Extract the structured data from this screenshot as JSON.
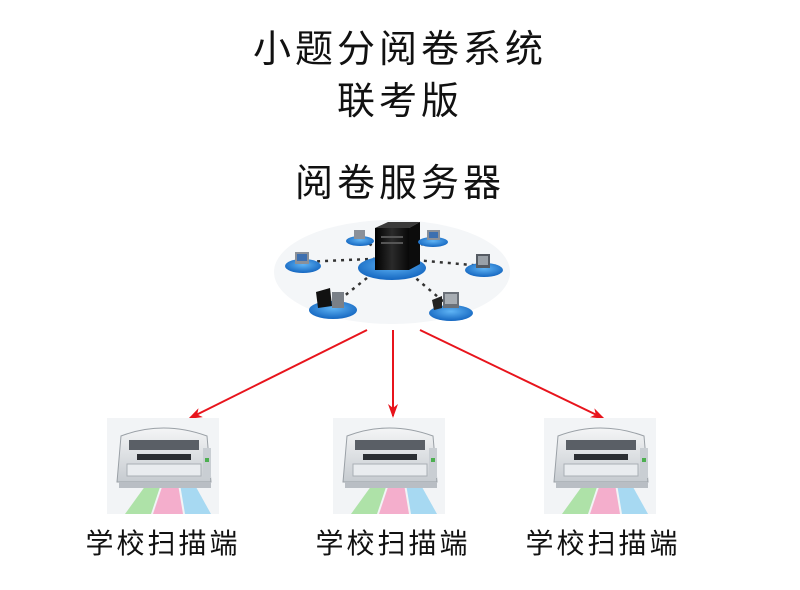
{
  "header": {
    "title_line1": "小题分阅卷系统",
    "title_line2": "联考版"
  },
  "server": {
    "label": "阅卷服务器",
    "icon": "server-network-icon"
  },
  "scanners": [
    {
      "label": "学校扫描端",
      "icon": "document-scanner-icon"
    },
    {
      "label": "学校扫描端",
      "icon": "document-scanner-icon"
    },
    {
      "label": "学校扫描端",
      "icon": "document-scanner-icon"
    }
  ],
  "colors": {
    "arrow": "#e8141c",
    "node_disc": "#1d7fd6",
    "server_body": "#151515",
    "scanner_body": "#dfe3e6"
  }
}
